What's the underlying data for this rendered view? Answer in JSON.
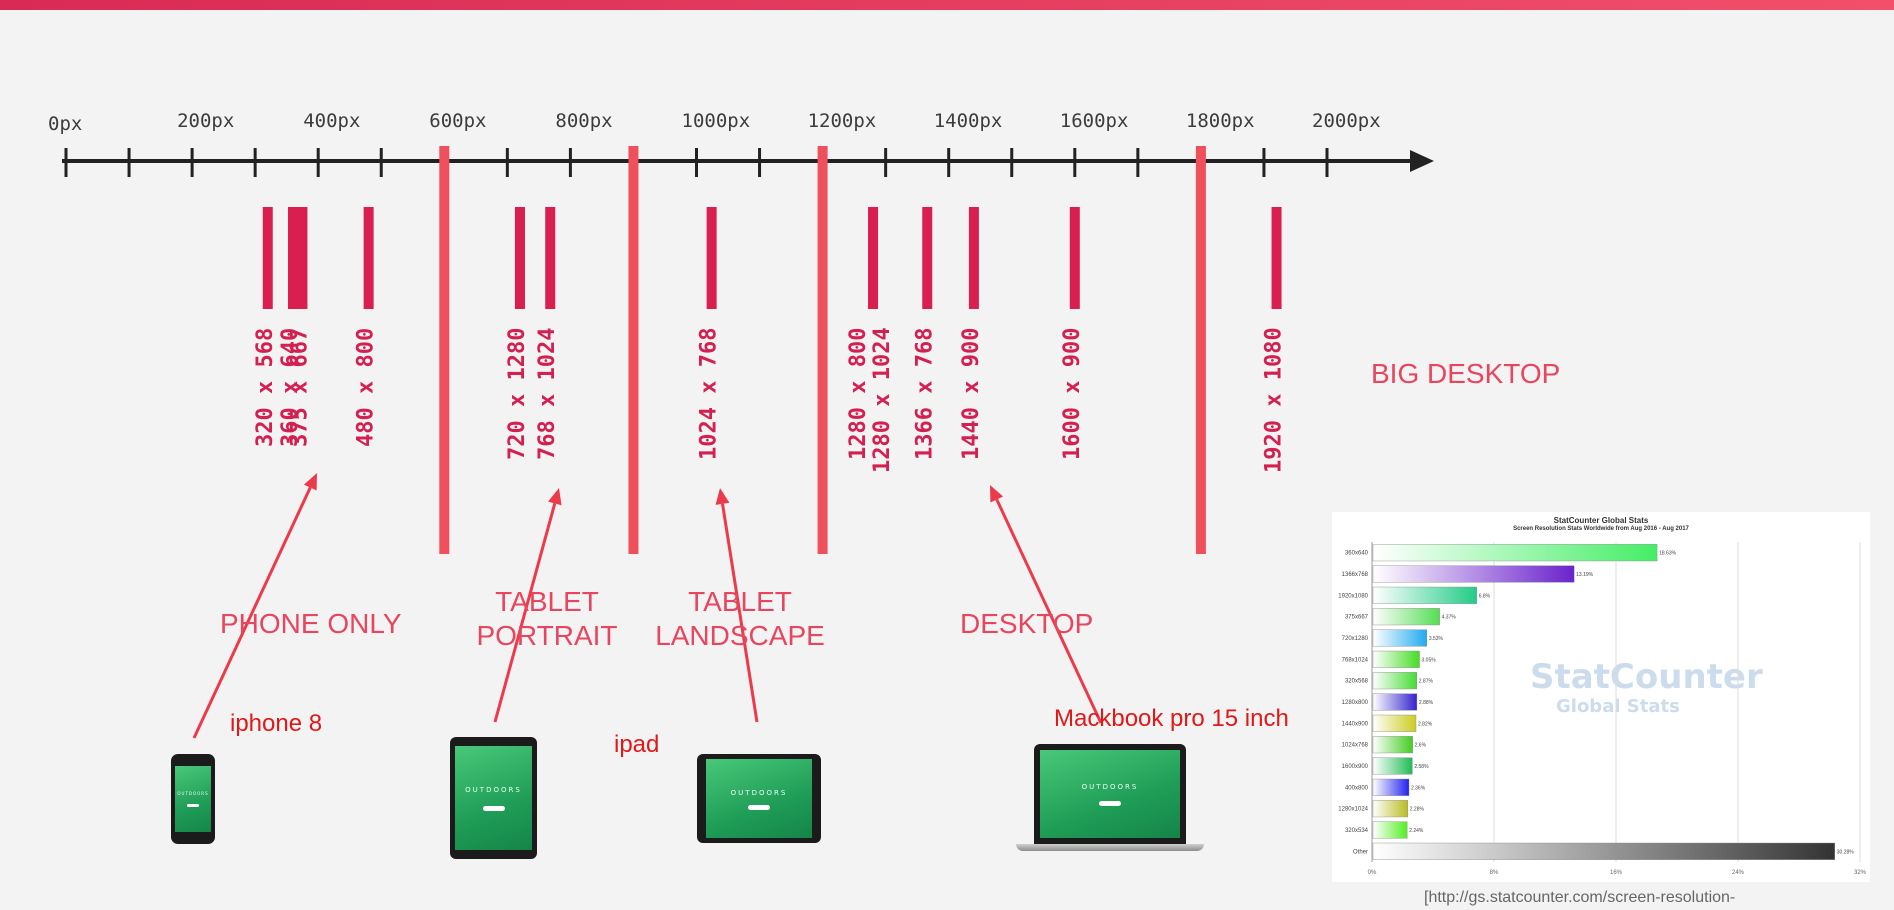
{
  "scale": {
    "tick_labels": [
      "0px",
      "200px",
      "400px",
      "600px",
      "800px",
      "1000px",
      "1200px",
      "1400px",
      "1600px",
      "1800px",
      "2000px"
    ],
    "breakpoints": [
      600,
      900,
      1200,
      1800
    ],
    "resolutions": [
      {
        "width": 320,
        "lines": [
          "320 x 568"
        ]
      },
      {
        "width": 360,
        "lines": [
          "360 x 640"
        ]
      },
      {
        "width": 375,
        "lines": [
          "375 x 667"
        ]
      },
      {
        "width": 480,
        "lines": [
          "480 x 800"
        ]
      },
      {
        "width": 720,
        "lines": [
          "720 x 1280"
        ]
      },
      {
        "width": 768,
        "lines": [
          "768 x 1024"
        ]
      },
      {
        "width": 1024,
        "lines": [
          "1024 x 768"
        ]
      },
      {
        "width": 1280,
        "lines": [
          "1280 x 800",
          "1280 x 1024"
        ]
      },
      {
        "width": 1366,
        "lines": [
          "1366 x 768"
        ]
      },
      {
        "width": 1440,
        "lines": [
          "1440 x 900"
        ]
      },
      {
        "width": 1600,
        "lines": [
          "1600 x 900"
        ]
      },
      {
        "width": 1920,
        "lines": [
          "1920 x 1080"
        ]
      }
    ],
    "colors": {
      "axis": "#222222",
      "bar": "#d81f4f",
      "breakpoint": "#f0505c",
      "label": "#d32050"
    }
  },
  "ranges": {
    "phone": "PHONE ONLY",
    "tablet_portrait": {
      "line1": "TABLET",
      "line2": "PORTRAIT"
    },
    "tablet_landscape": {
      "line1": "TABLET",
      "line2": "LANDSCAPE"
    },
    "desktop": "DESKTOP",
    "big_desktop": "BIG DESKTOP"
  },
  "devices": {
    "iphone": "iphone 8",
    "ipad": "ipad",
    "macbook": "Mackbook pro 15 inch",
    "screen_text": "OUTDOORS"
  },
  "statcounter": {
    "title": "StatCounter Global Stats",
    "subtitle": "Screen Resolution Stats Worldwide from Aug 2016 - Aug 2017",
    "watermark": "StatCounter",
    "watermark_sub": "Global Stats",
    "source": "[http://gs.statcounter.com/screen-resolution-"
  },
  "chart_data": {
    "type": "bar",
    "orientation": "horizontal",
    "title": "StatCounter Global Stats",
    "subtitle": "Screen Resolution Stats Worldwide from Aug 2016 - Aug 2017",
    "categories": [
      "360x640",
      "1366x768",
      "1920x1080",
      "375x667",
      "720x1280",
      "768x1024",
      "320x568",
      "1280x800",
      "1440x900",
      "1024x768",
      "1600x900",
      "400x800",
      "1280x1024",
      "320x534",
      "Other"
    ],
    "values": [
      18.63,
      13.19,
      6.8,
      4.37,
      3.53,
      3.05,
      2.87,
      2.88,
      2.82,
      2.6,
      2.58,
      2.36,
      2.28,
      2.24,
      30.28
    ],
    "value_labels": [
      "18.63%",
      "13.19%",
      "6.8%",
      "4.37%",
      "3.53%",
      "3.05%",
      "2.87%",
      "2.88%",
      "2.82%",
      "2.6%",
      "2.58%",
      "2.36%",
      "2.28%",
      "2.24%",
      "30.28%"
    ],
    "colors": [
      "#44ee66",
      "#6a22cc",
      "#22cc88",
      "#55dd55",
      "#22aaee",
      "#44dd22",
      "#44dd33",
      "#3322cc",
      "#cccc22",
      "#44cc22",
      "#22bb55",
      "#2222ee",
      "#bbbb22",
      "#55ee22",
      "#333333"
    ],
    "xlim": [
      0,
      32
    ],
    "x_ticks": [
      "0%",
      "8%",
      "16%",
      "24%",
      "32%"
    ],
    "grid": true
  }
}
